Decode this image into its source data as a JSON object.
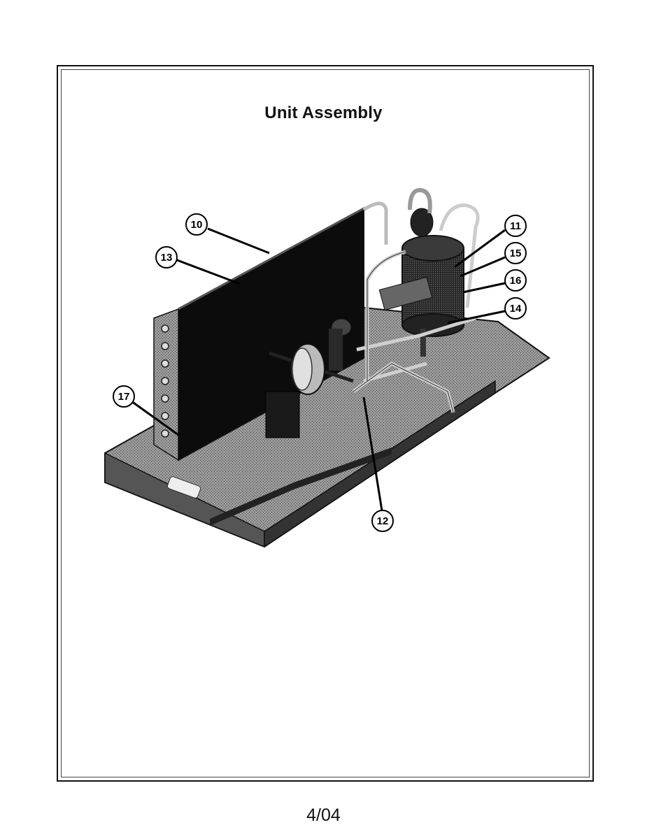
{
  "title": "Unit Assembly",
  "page_label": "4/04",
  "callouts": [
    "10",
    "13",
    "11",
    "15",
    "16",
    "14",
    "17",
    "12"
  ]
}
